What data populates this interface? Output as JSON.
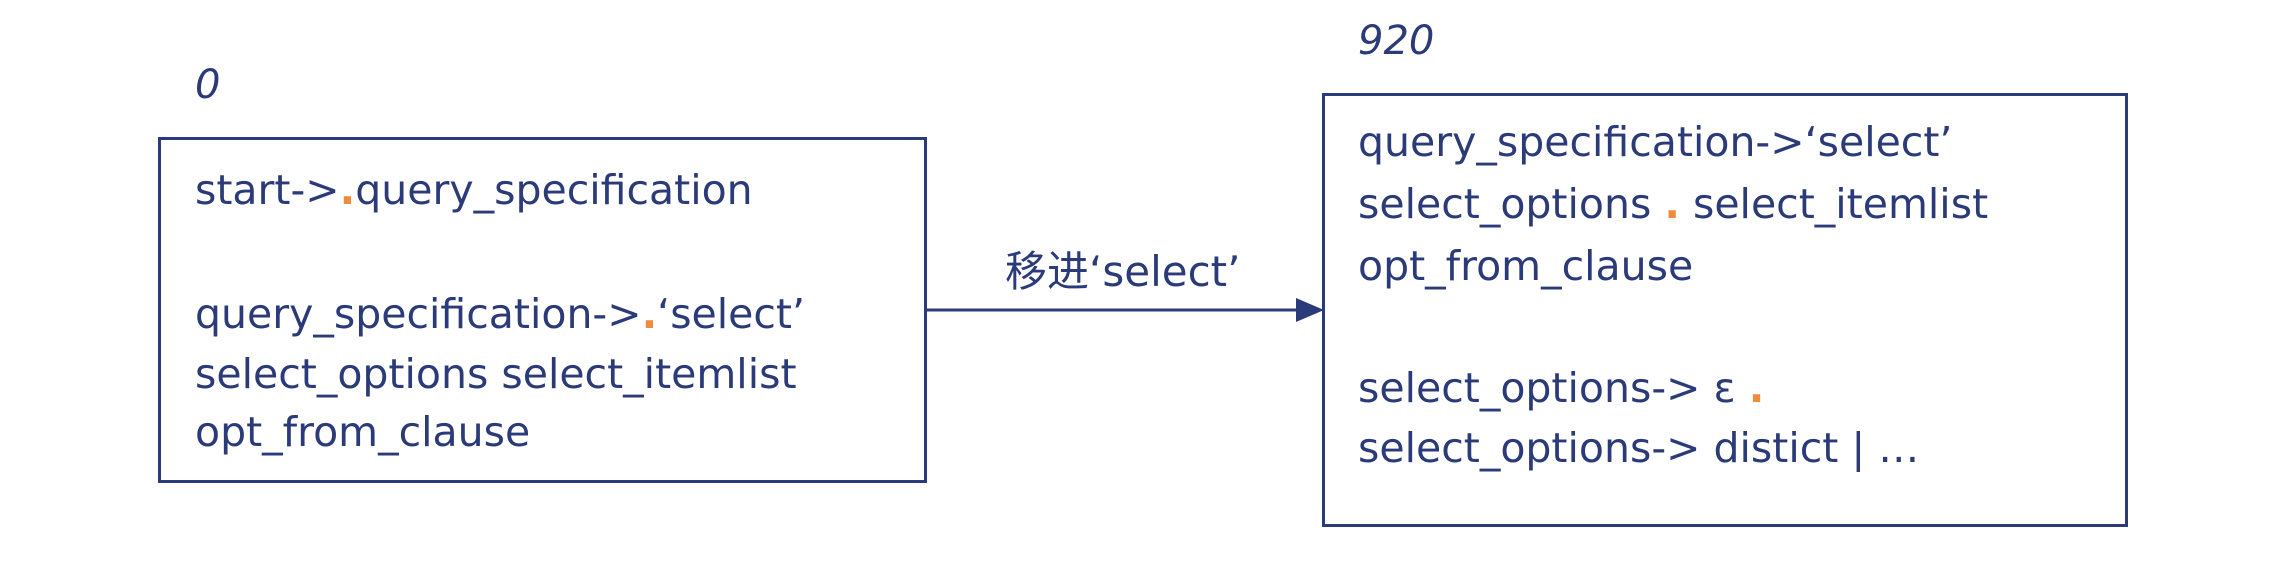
{
  "colors": {
    "ink": "#2b3a78",
    "dot": "#f08a3c"
  },
  "states": [
    {
      "id": "0",
      "items": [
        {
          "before": "start->",
          "dot": ".",
          "after": "query_specification"
        },
        {
          "before": "query_specification->",
          "dot": ".",
          "after": "‘select’"
        },
        {
          "before": "select_options select_itemlist",
          "dot": "",
          "after": ""
        },
        {
          "before": "opt_from_clause",
          "dot": "",
          "after": ""
        }
      ]
    },
    {
      "id": "920",
      "items": [
        {
          "before": "query_specification->‘select’",
          "dot": "",
          "after": ""
        },
        {
          "before": "select_options ",
          "dot": ".",
          "after": " select_itemlist"
        },
        {
          "before": "opt_from_clause",
          "dot": "",
          "after": ""
        },
        {
          "before": "select_options-> ε ",
          "dot": ".",
          "after": ""
        },
        {
          "before": "select_options-> distict | …",
          "dot": "",
          "after": ""
        }
      ]
    }
  ],
  "transition": {
    "label": "移进‘select’"
  }
}
